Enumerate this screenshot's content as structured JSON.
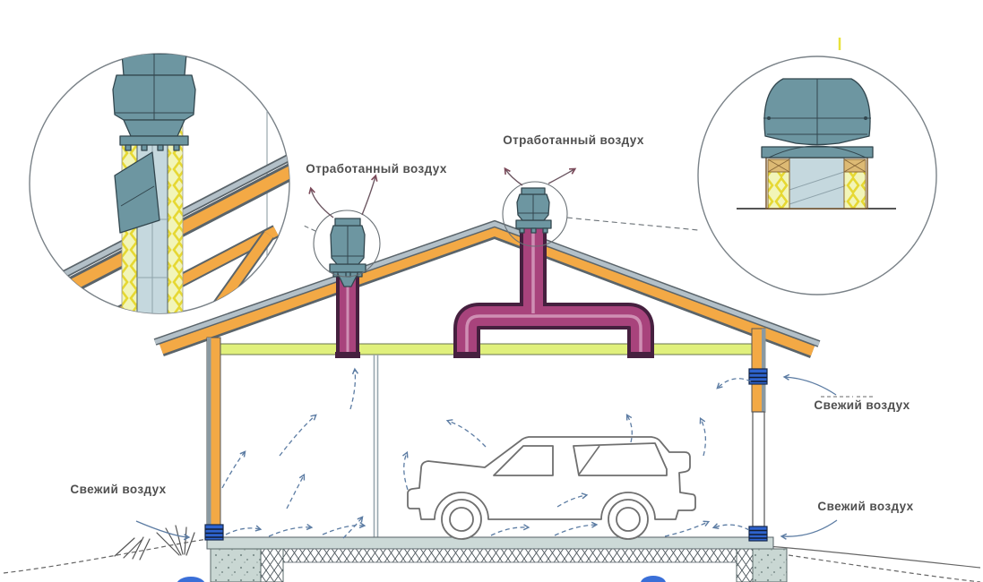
{
  "labels": {
    "exhaust_air_left": "Отработанный воздух",
    "exhaust_air_center": "Отработанный воздух",
    "fresh_air_left": "Свежий воздух",
    "fresh_air_right_top": "Свежий воздух",
    "fresh_air_right_bottom": "Свежий воздух"
  },
  "colors": {
    "roof_orange": "#f3a945",
    "roof_metal": "#b3c0c8",
    "ceiling_lime": "#e0f07c",
    "duct_purple": "#a8437c",
    "duct_purple_edge": "#46203f",
    "duct_stripe": "#cf8fb4",
    "vent_teal": "#6d96a1",
    "vent_teal_dark": "#32464e",
    "insulation_yellow": "#e6d832",
    "insulation_bg": "#f2f5b8",
    "duct_metal_light": "#c5d8de",
    "grille_blue": "#2e63cf",
    "floor_gray": "#ccd9d7",
    "concrete": "#c9d7d3",
    "arrow_blue": "#5c7ca3",
    "exhaust_arrow_line": "#6b5560",
    "line_dark": "#5a646a",
    "car_line": "#6f6f6f",
    "text_gray": "#4f4f4f",
    "background": "#ffffff"
  }
}
